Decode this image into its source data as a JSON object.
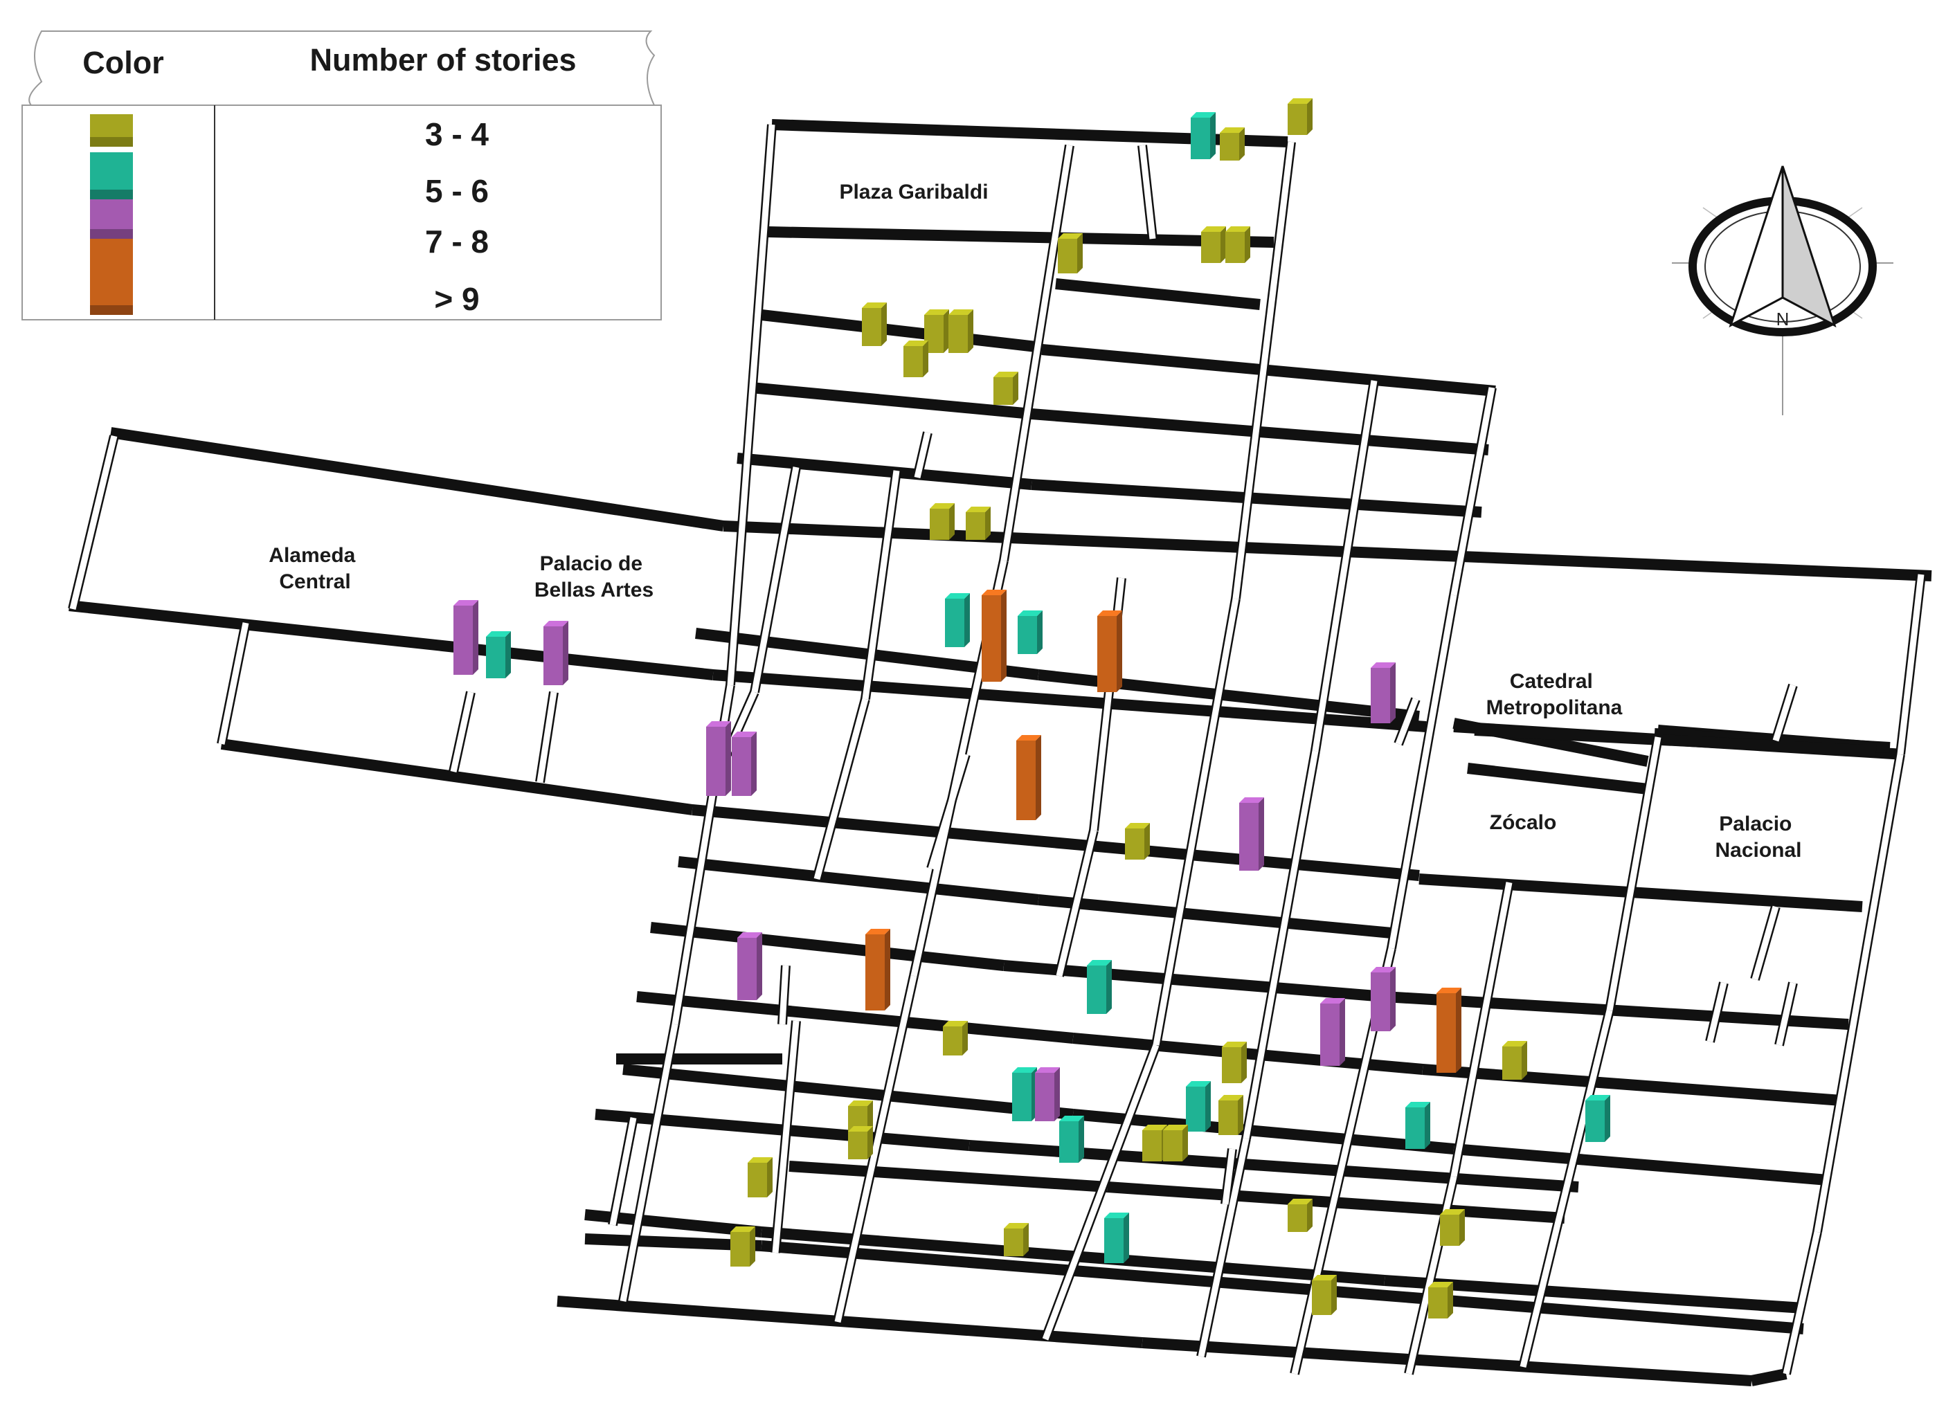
{
  "legend": {
    "color_header": "Color",
    "stories_header": "Number of stories",
    "entries": [
      {
        "range": "3 - 4",
        "color": "#a5a520",
        "dark": "#7c7c14"
      },
      {
        "range": "5 - 6",
        "color": "#1fb394",
        "dark": "#157c67"
      },
      {
        "range": "7 - 8",
        "color": "#a45ab0",
        "dark": "#76407f"
      },
      {
        "range": "> 9",
        "color": "#c6611a",
        "dark": "#8e4413"
      }
    ]
  },
  "places": [
    {
      "id": "plaza-garibaldi",
      "lines": [
        "Plaza Garibaldi"
      ]
    },
    {
      "id": "alameda-central",
      "lines": [
        "Alameda",
        "Central"
      ]
    },
    {
      "id": "palacio-bellas-artes",
      "lines": [
        "Palacio de",
        "Bellas Artes"
      ]
    },
    {
      "id": "catedral-metropolitana",
      "lines": [
        "Catedral",
        "Metropolitana"
      ]
    },
    {
      "id": "zocalo",
      "lines": [
        "Zócalo"
      ]
    },
    {
      "id": "palacio-nacional",
      "lines": [
        "Palacio",
        "Nacional"
      ]
    }
  ],
  "north_arrow": {
    "letter": "N"
  },
  "colors": {
    "street": "#111111",
    "background": "#ffffff"
  }
}
